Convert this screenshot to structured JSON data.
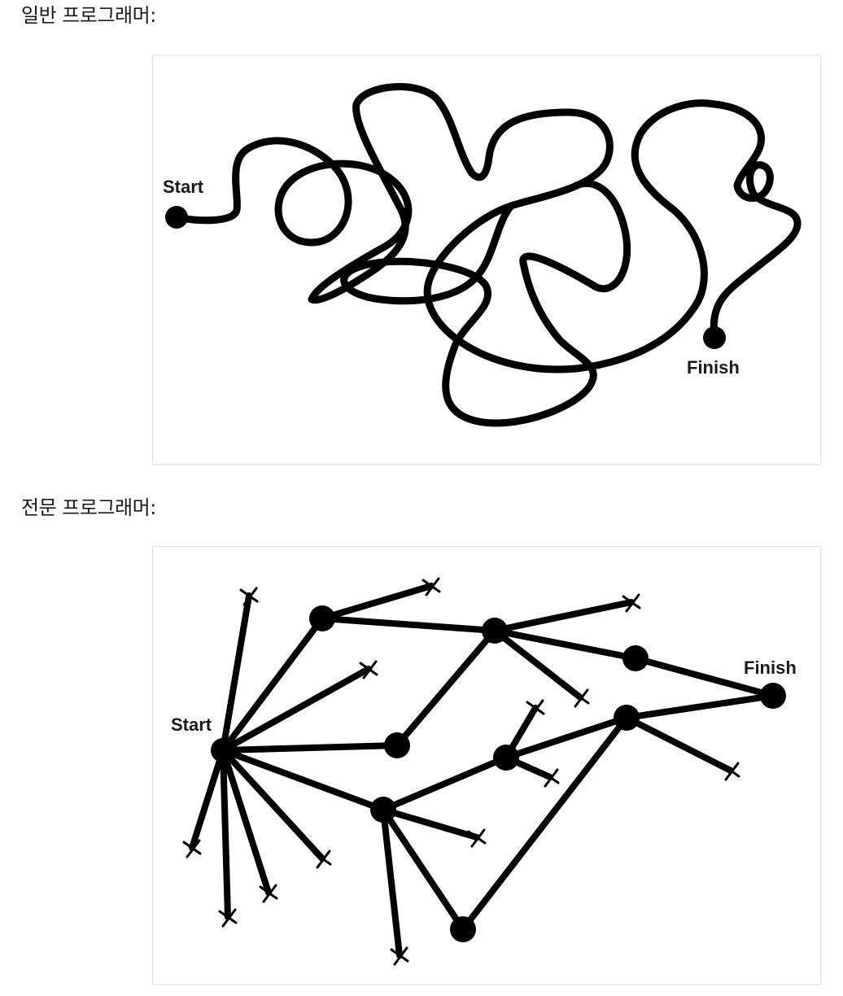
{
  "sections": [
    {
      "heading": "일반 프로그래머:",
      "start_label": "Start",
      "finish_label": "Finish"
    },
    {
      "heading": "전문 프로그래머:",
      "start_label": "Start",
      "finish_label": "Finish"
    }
  ]
}
